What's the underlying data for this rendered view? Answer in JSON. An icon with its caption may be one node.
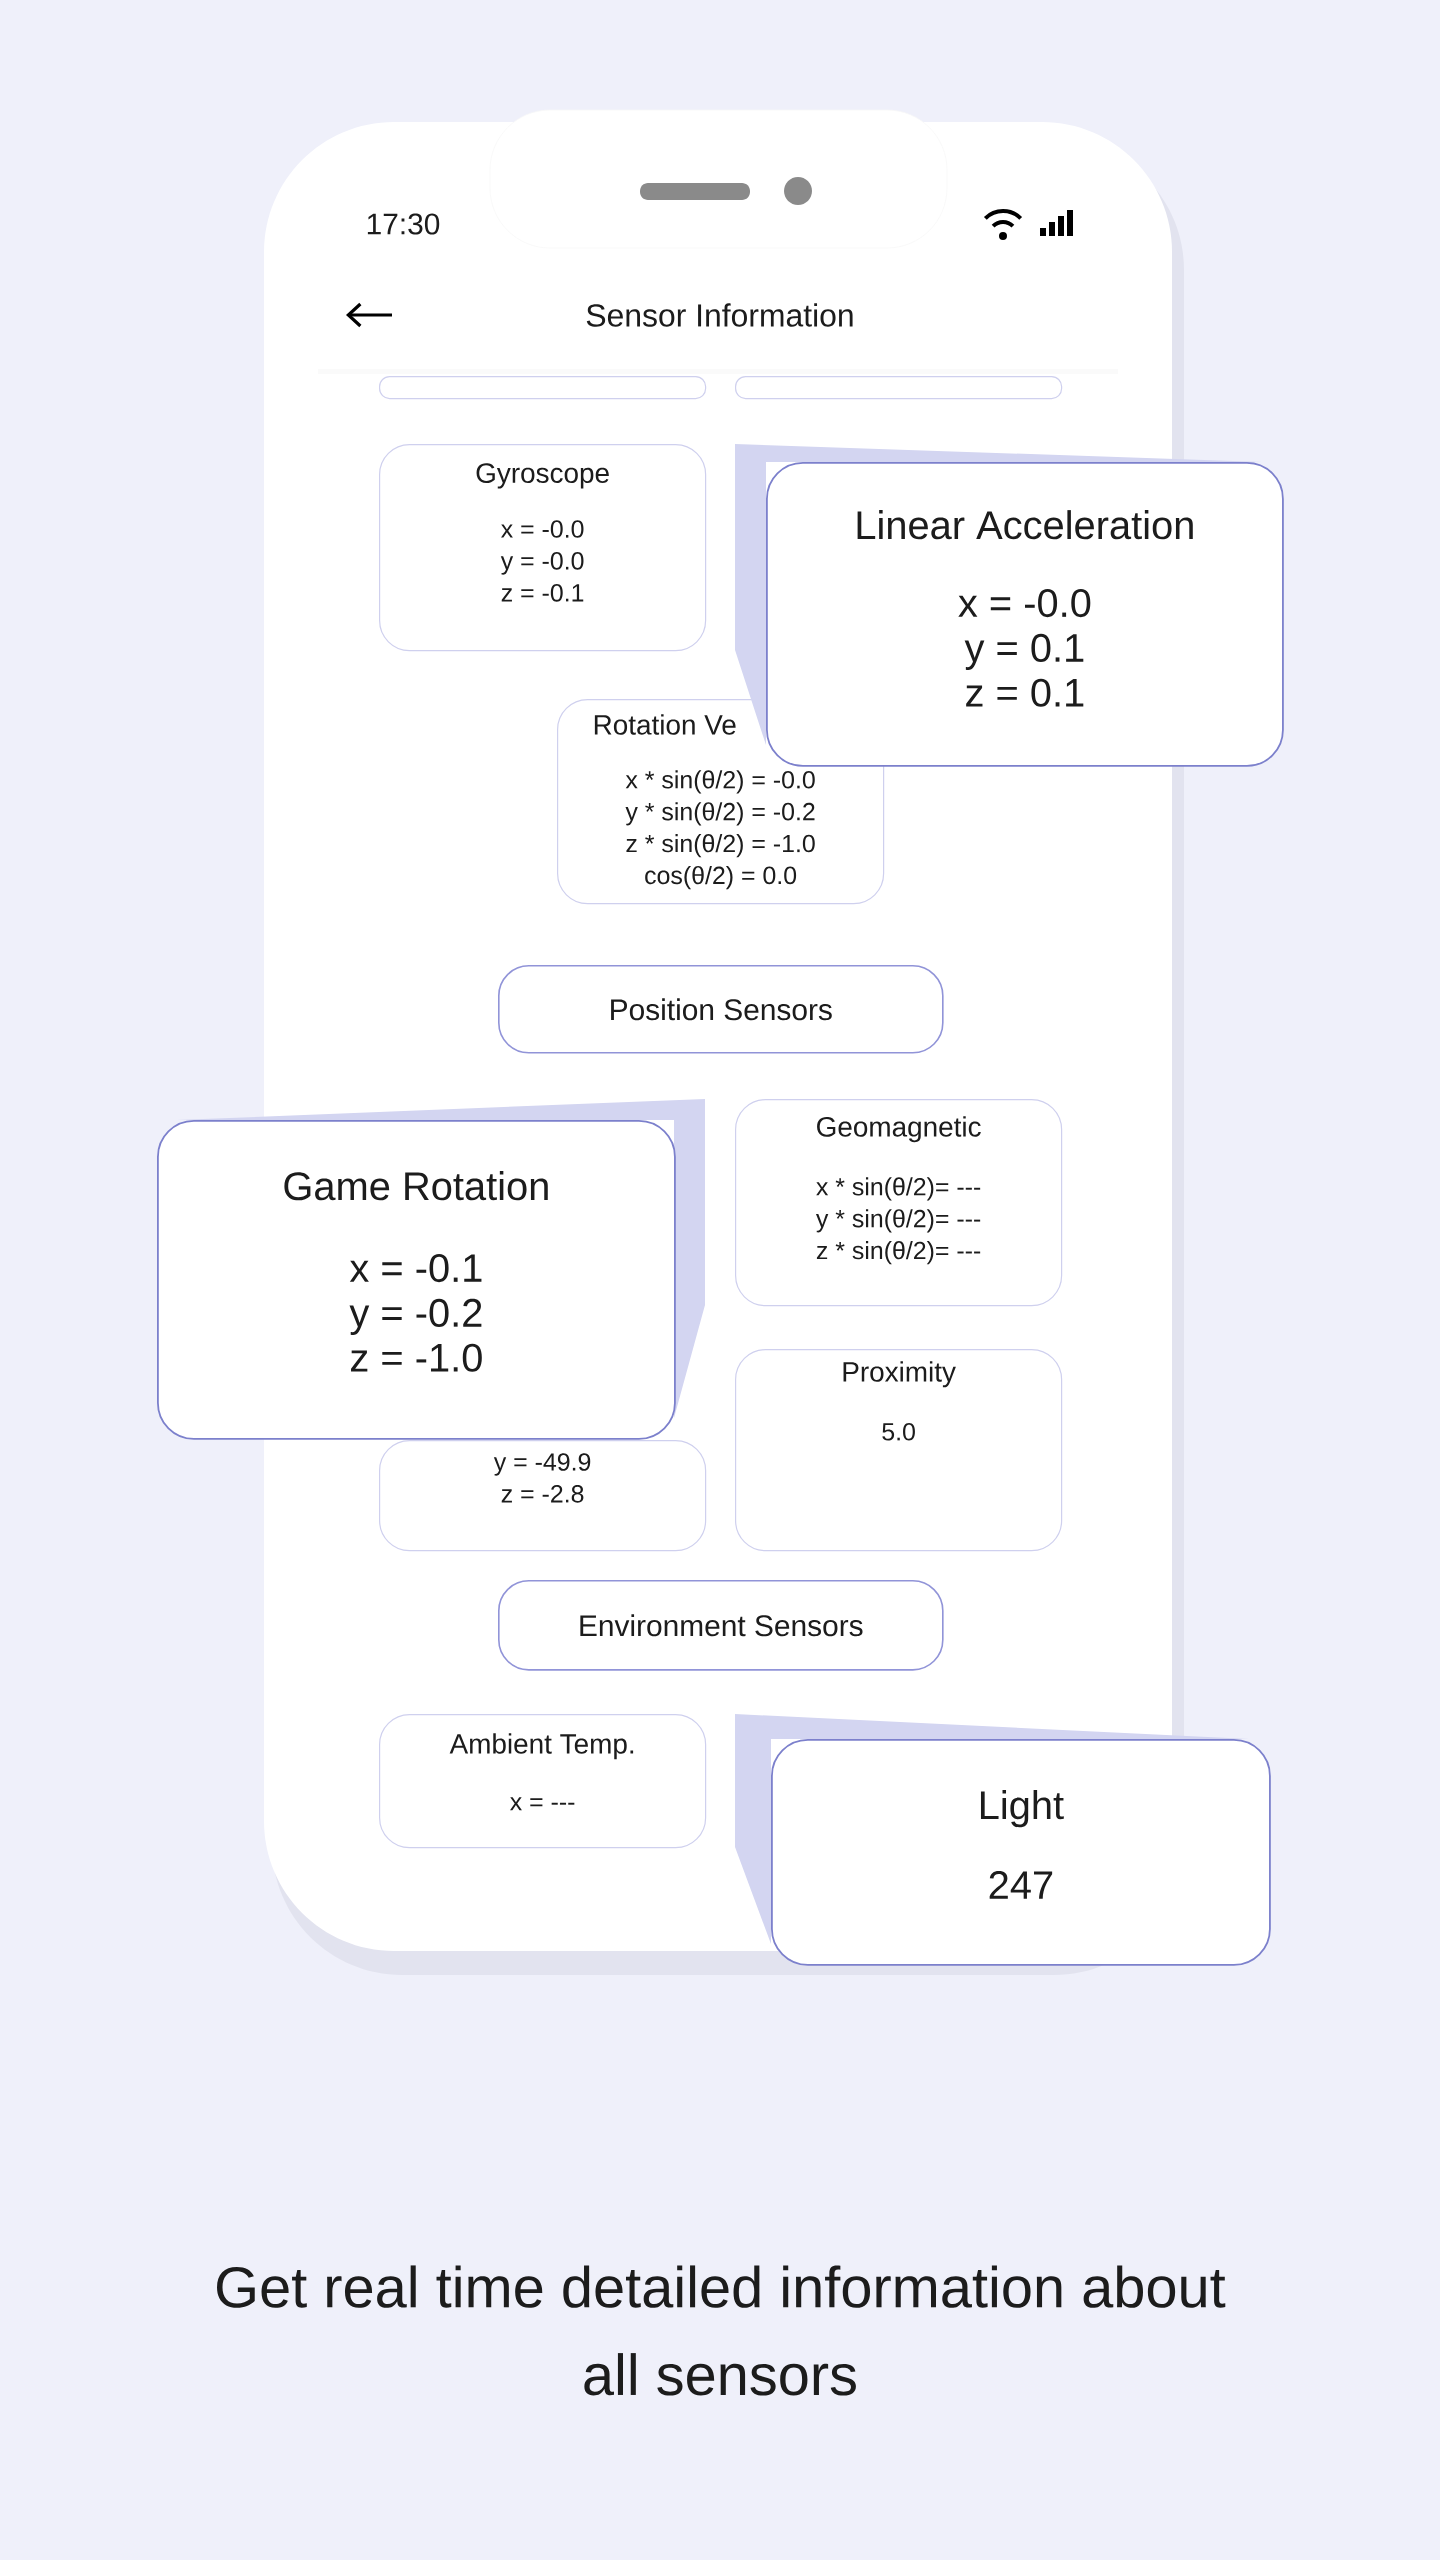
{
  "diagram": {
    "caption": "Get real time detailed information about all sensors",
    "nodes": [
      {
        "text": [],
        "shape": "box"
      },
      {
        "text": [],
        "shape": "box"
      },
      {
        "text": [
          "Gyroscope",
          "x = -0.0",
          "y = -0.0",
          "z = -0.1"
        ]
      },
      {
        "text": [
          "Rotation Ve",
          "x * sin(θ/2) = -0.0",
          "y * sin(θ/2) = -0.2",
          "z * sin(θ/2) = -1.0",
          "cos(θ/2) = 0.0"
        ]
      },
      {
        "text": [
          "Linear Acceleration",
          "x = -0.0",
          "y = 0.1",
          "z = 0.1"
        ]
      },
      {
        "text": [
          "Position Sensors"
        ]
      },
      {
        "text": [
          "Geomagnetic",
          "x * sin(θ/2)= ---",
          "y * sin(θ/2)= ---",
          "z * sin(θ/2)= ---"
        ]
      },
      {
        "text": [
          "y = -49.9",
          "z = -2.8"
        ]
      },
      {
        "text": [
          "Proximity",
          "5.0"
        ]
      },
      {
        "text": [
          "Game Rotation",
          "x = -0.1",
          "y = -0.2",
          "z = -1.0"
        ]
      },
      {
        "text": [
          "Environment Sensors"
        ]
      },
      {
        "text": [
          "Ambient Temp.",
          "x = ---"
        ]
      },
      {
        "text": [
          "Light",
          "247"
        ]
      }
    ],
    "labels": [
      "17:30",
      "Sensor Information"
    ]
  }
}
